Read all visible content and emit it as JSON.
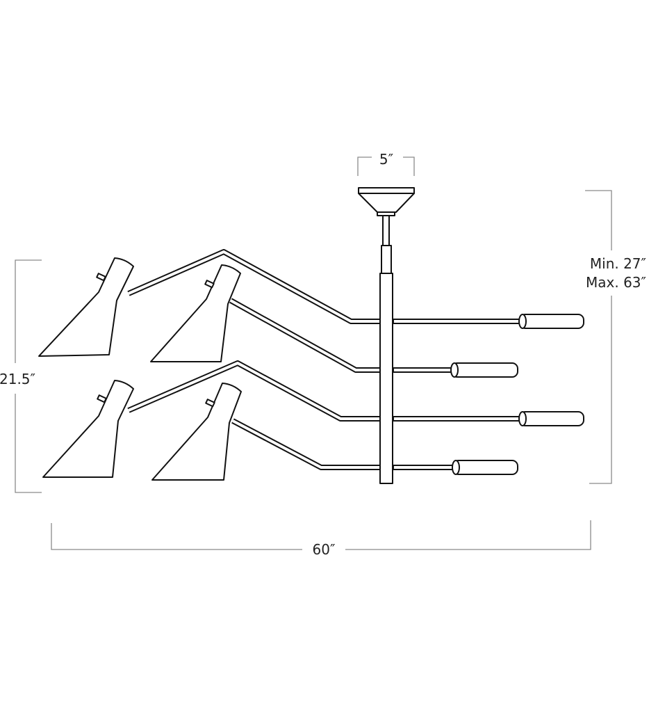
{
  "dimensions": {
    "canopy_width": "5″",
    "fixture_height": "21.5″",
    "overall_height_min": "Min. 27″",
    "overall_height_max": "Max. 63″",
    "overall_width": "60″"
  },
  "line_color": "#111111",
  "dimension_line_color": "#8a8a8a"
}
